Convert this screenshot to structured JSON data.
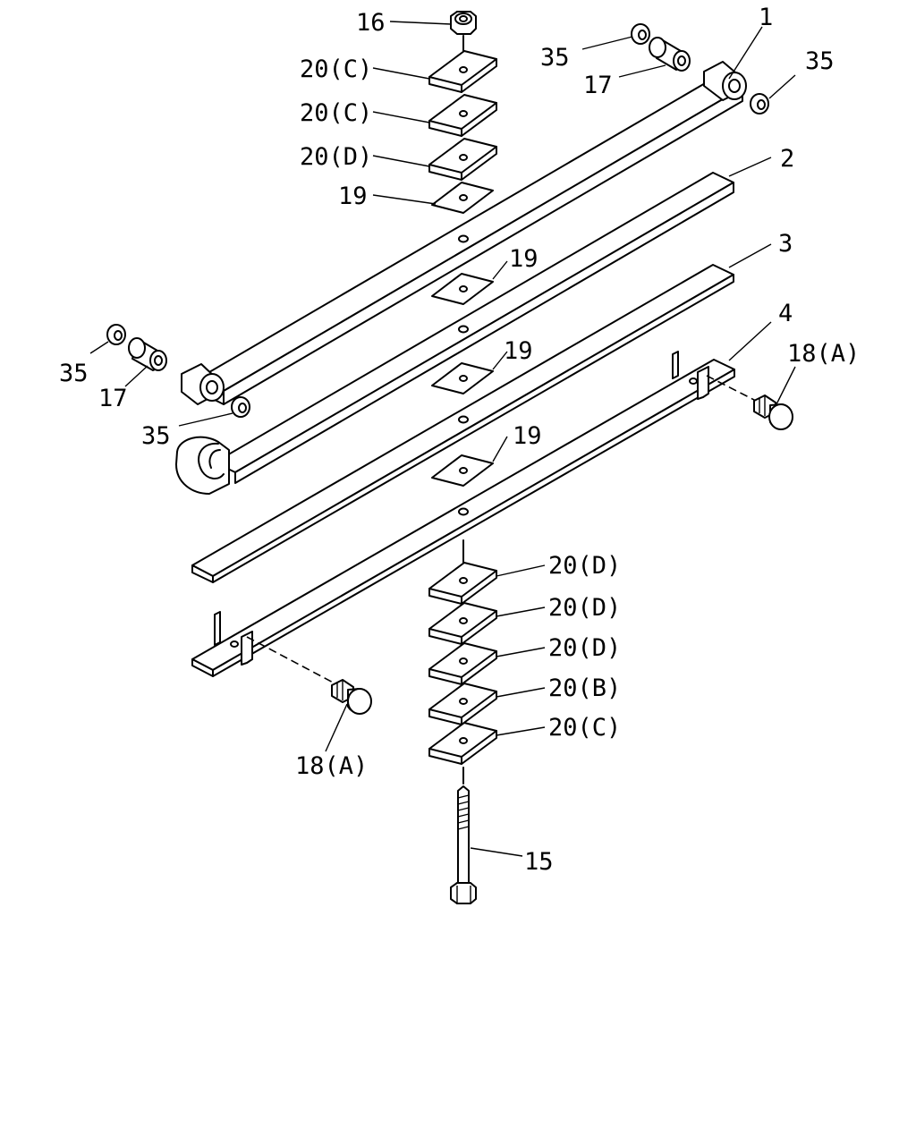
{
  "callouts": {
    "c16": "16",
    "c20_top1": "20(C)",
    "c20_top2": "20(C)",
    "c20_top3": "20(D)",
    "c19_top": "19",
    "c35_top": "35",
    "c17_top": "17",
    "c1": "1",
    "c35_right": "35",
    "c2": "2",
    "c19_mid1": "19",
    "c3": "3",
    "c19_mid2": "19",
    "c19_mid3": "19",
    "c4": "4",
    "c18_right": "18(A)",
    "c35_left": "35",
    "c17_left": "17",
    "c35_lower": "35",
    "c20_bot1": "20(D)",
    "c20_bot2": "20(D)",
    "c20_bot3": "20(D)",
    "c20_bot4": "20(B)",
    "c20_bot5": "20(C)",
    "c18_left": "18(A)",
    "c15": "15"
  }
}
